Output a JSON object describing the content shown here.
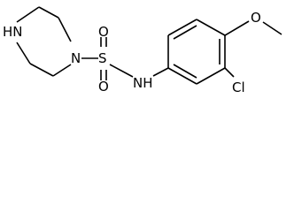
{
  "molecule": {
    "atoms": {
      "piperazine_nh": "HN",
      "piperazine_n": "N",
      "sulfur": "S",
      "oxygen_top": "O",
      "oxygen_bottom": "O",
      "amide_nh": "NH",
      "methoxy_o": "O",
      "chlorine": "Cl"
    }
  },
  "colors": {
    "ink": "#000000",
    "background": "#ffffff"
  }
}
